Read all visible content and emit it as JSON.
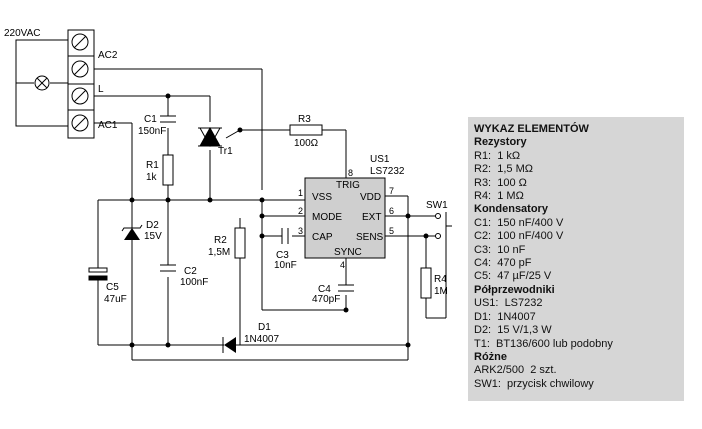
{
  "labels": {
    "mains": "220VAC",
    "ac2": "AC2",
    "l": "L",
    "ac1": "AC1",
    "c1": "C1",
    "c1_val": "150nF",
    "r1": "R1",
    "r1_val": "1k",
    "r3": "R3",
    "r3_val": "100Ω",
    "tr1": "Tr1",
    "us1": "US1",
    "us1_val": "LS7232",
    "d2": "D2",
    "d2_val": "15V",
    "r2": "R2",
    "r2_val": "1,5M",
    "c2": "C2",
    "c2_val": "100nF",
    "c3": "C3",
    "c3_val": "10nF",
    "c4": "C4",
    "c4_val": "470pF",
    "c5": "C5",
    "c5_val": "47uF",
    "d1": "D1",
    "d1_val": "1N4007",
    "r4": "R4",
    "r4_val": "1M",
    "sw1": "SW1"
  },
  "ic": {
    "pins": {
      "vss": "VSS",
      "mode": "MODE",
      "cap": "CAP",
      "trig": "TRIG",
      "vdd": "VDD",
      "ext": "EXT",
      "sens": "SENS",
      "sync": "SYNC"
    },
    "pin_numbers": {
      "p1": "1",
      "p2": "2",
      "p3": "3",
      "p4": "4",
      "p5": "5",
      "p6": "6",
      "p7": "7",
      "p8": "8"
    }
  },
  "bom": {
    "title": "WYKAZ ELEMENTÓW",
    "sections": [
      {
        "heading": "Rezystory",
        "items": [
          "R1:  1 kΩ",
          "R2:  1,5 MΩ",
          "R3:  100 Ω",
          "R4:  1 MΩ"
        ]
      },
      {
        "heading": "Kondensatory",
        "items": [
          "C1:  150 nF/400 V",
          "C2:  100 nF/400 V",
          "C3:  10 nF",
          "C4:  470 pF",
          "C5:  47 µF/25 V"
        ]
      },
      {
        "heading": "Półprzewodniki",
        "items": [
          "US1:  LS7232",
          "D1:  1N4007",
          "D2:  15 V/1,3 W",
          "T1:  BT136/600 lub podobny"
        ]
      },
      {
        "heading": "Różne",
        "items": [
          "ARK2/500  2 szt.",
          "SW1:  przycisk chwilowy"
        ]
      }
    ]
  }
}
